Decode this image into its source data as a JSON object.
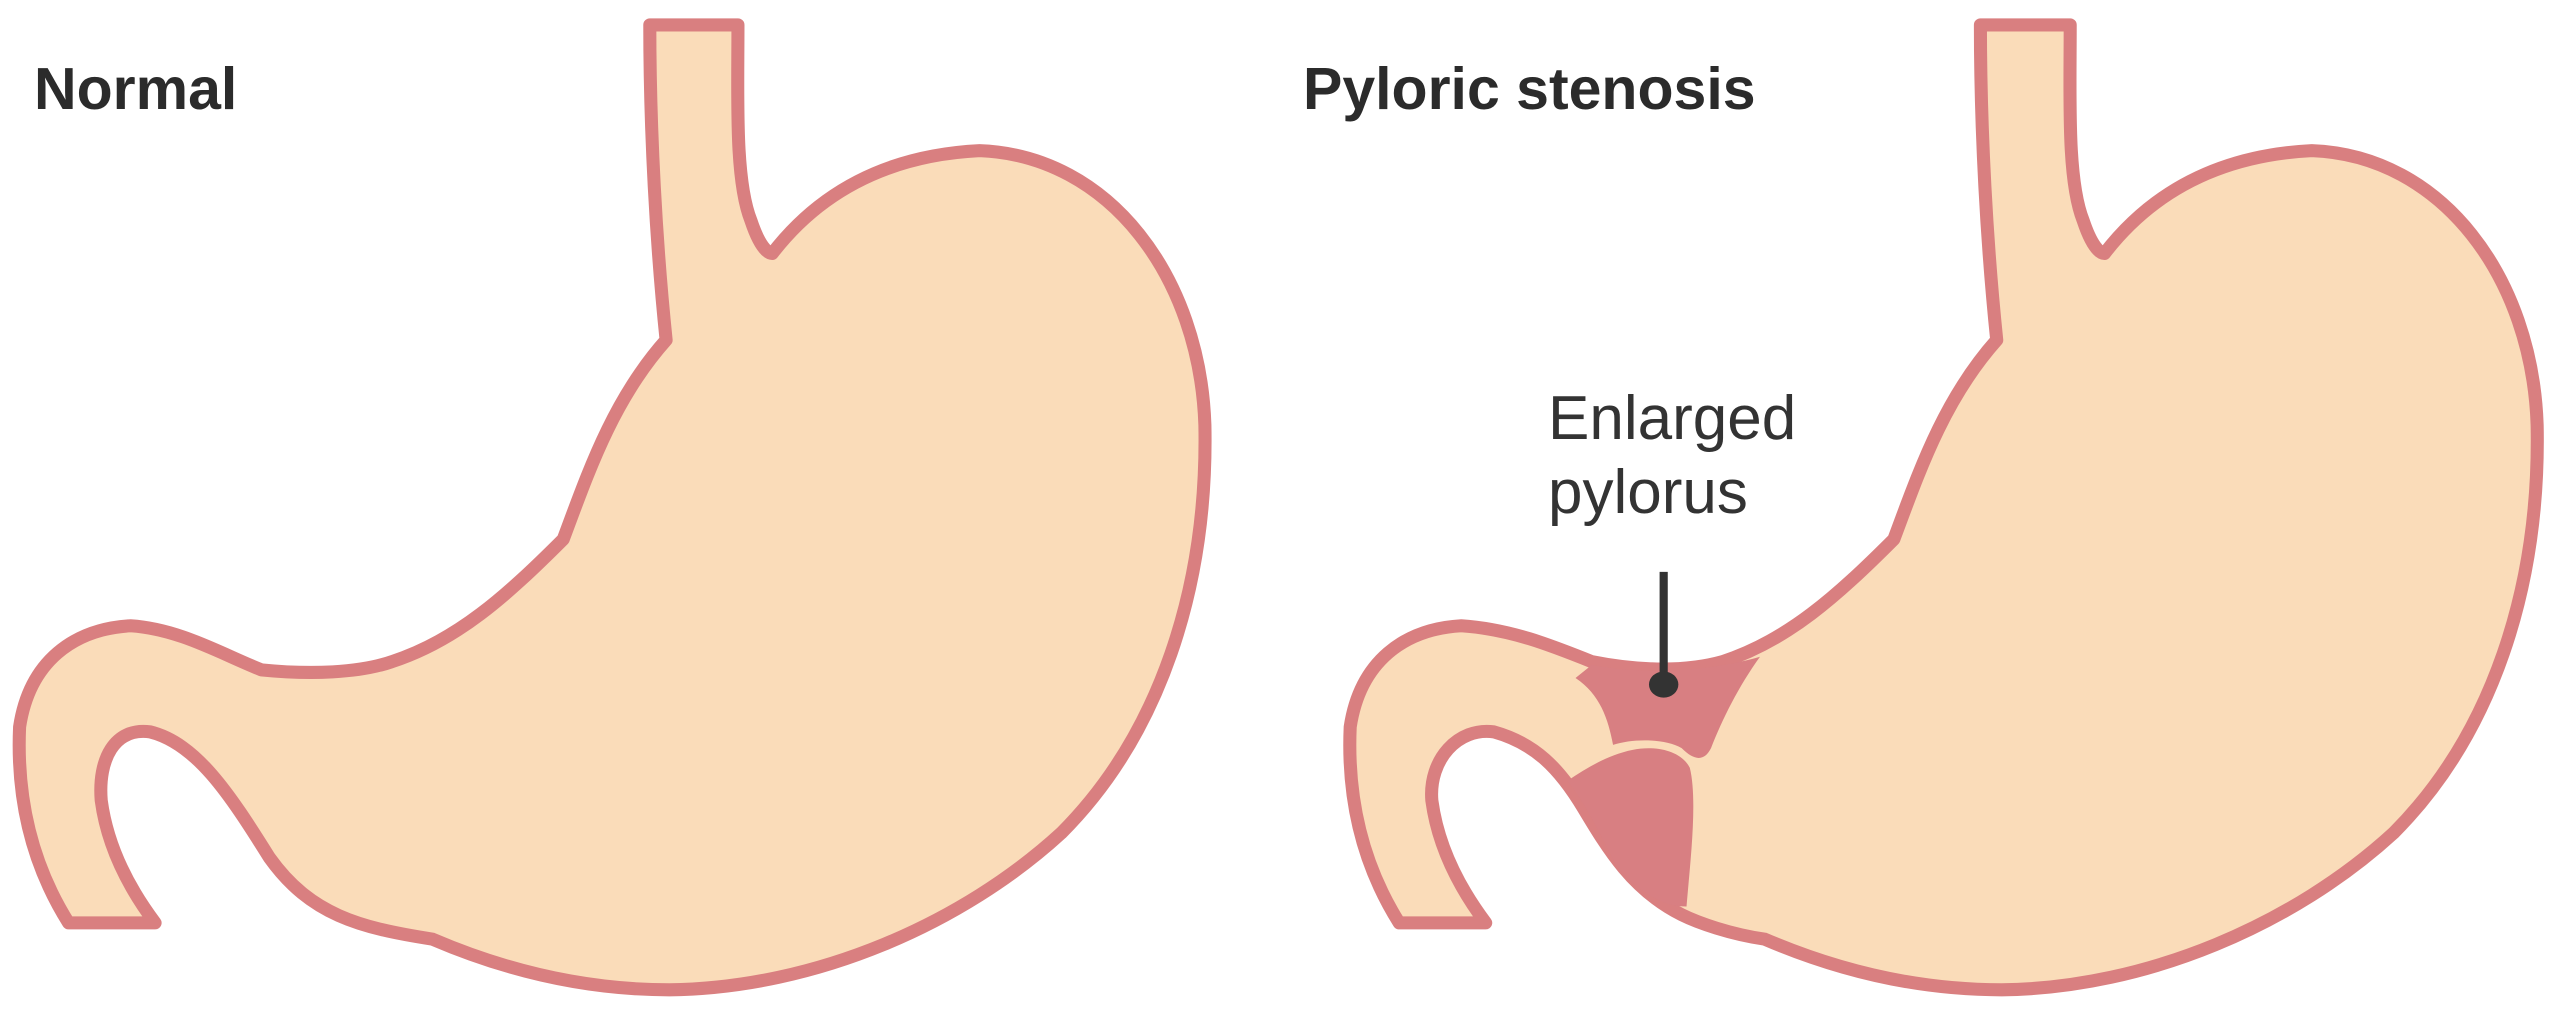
{
  "panels": [
    {
      "title": "Normal"
    },
    {
      "title": "Pyloric stenosis",
      "annotation": {
        "line1": "Enlarged",
        "line2": "pylorus"
      }
    }
  ],
  "colors": {
    "tissue_fill": "#fadcb9",
    "outline": "#d97f80",
    "pylorus": "#d87f82",
    "pointer": "#333333"
  }
}
